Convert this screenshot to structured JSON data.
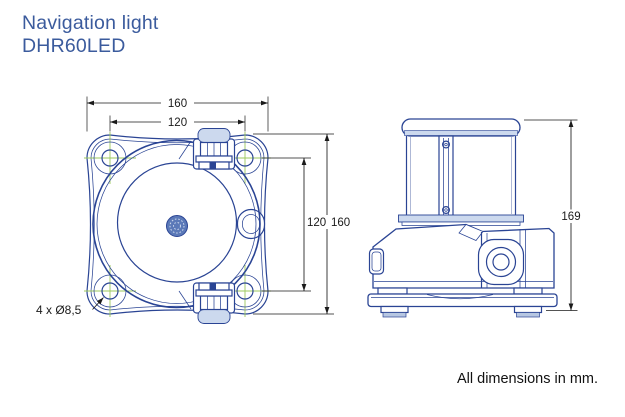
{
  "title": {
    "product": "Navigation light",
    "model": "DHR60LED"
  },
  "views": {
    "front": {
      "dims": {
        "width_outer": "160",
        "width_inner": "120",
        "height_inner": "120",
        "height_outer": "160"
      },
      "hole_callout": "4 x Ø8,5"
    },
    "side": {
      "dims": {
        "height_overall": "169"
      }
    }
  },
  "footer": {
    "note": "All dimensions in mm."
  },
  "colors": {
    "line_blue": "#2a4494",
    "light_fill": "#ccd9ee",
    "pad_fill": "#b7c7e2",
    "medallion_fill": "#5b79b8",
    "crosshair_green": "#9cc95d",
    "dim_black": "#1a1a1a",
    "title_blue": "#3b5b9d"
  }
}
